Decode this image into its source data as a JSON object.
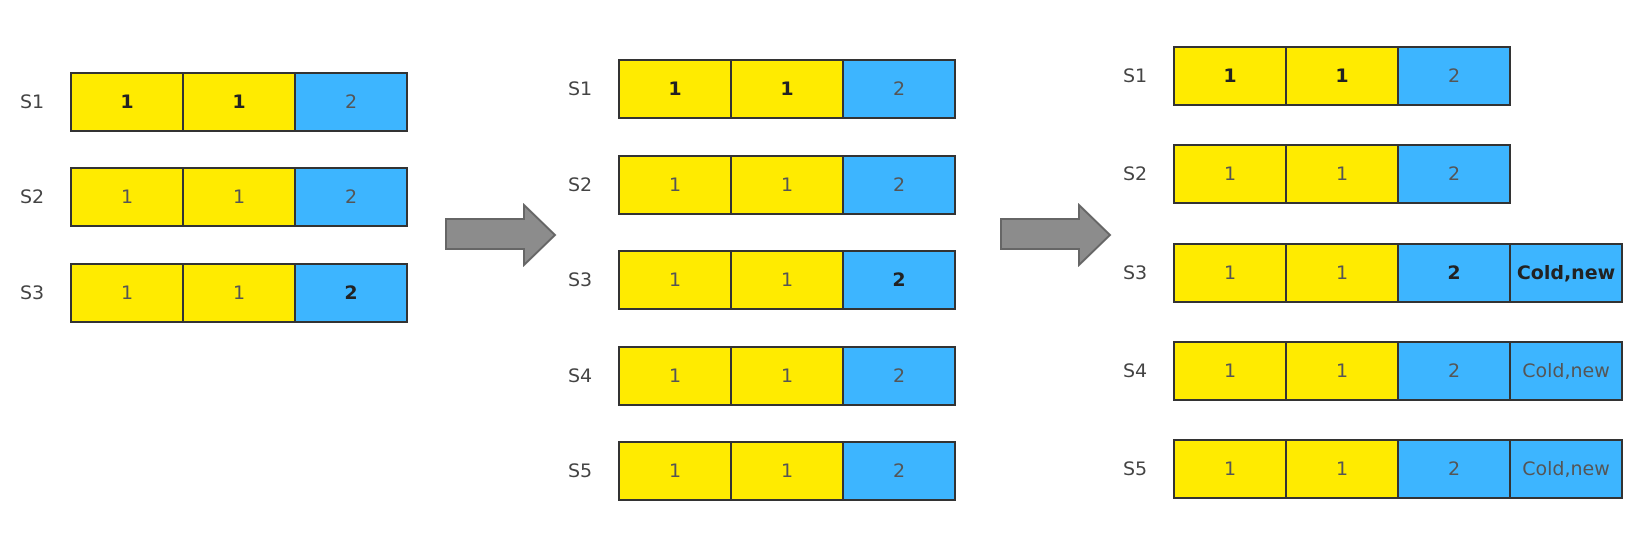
{
  "colors": {
    "yellow": "#FFEB00",
    "blue": "#3DB5FF",
    "border": "#333333",
    "arrow_fill": "#8C8C8C",
    "arrow_stroke": "#666666"
  },
  "groups": [
    {
      "rows": [
        {
          "label": "S1",
          "cells": [
            {
              "text": "1",
              "color": "yellow",
              "bold": true
            },
            {
              "text": "1",
              "color": "yellow",
              "bold": true
            },
            {
              "text": "2",
              "color": "blue",
              "bold": false
            }
          ]
        },
        {
          "label": "S2",
          "cells": [
            {
              "text": "1",
              "color": "yellow",
              "bold": false
            },
            {
              "text": "1",
              "color": "yellow",
              "bold": false
            },
            {
              "text": "2",
              "color": "blue",
              "bold": false
            }
          ]
        },
        {
          "label": "S3",
          "cells": [
            {
              "text": "1",
              "color": "yellow",
              "bold": false
            },
            {
              "text": "1",
              "color": "yellow",
              "bold": false
            },
            {
              "text": "2",
              "color": "blue",
              "bold": true
            }
          ]
        }
      ]
    },
    {
      "rows": [
        {
          "label": "S1",
          "cells": [
            {
              "text": "1",
              "color": "yellow",
              "bold": true
            },
            {
              "text": "1",
              "color": "yellow",
              "bold": true
            },
            {
              "text": "2",
              "color": "blue",
              "bold": false
            }
          ]
        },
        {
          "label": "S2",
          "cells": [
            {
              "text": "1",
              "color": "yellow",
              "bold": false
            },
            {
              "text": "1",
              "color": "yellow",
              "bold": false
            },
            {
              "text": "2",
              "color": "blue",
              "bold": false
            }
          ]
        },
        {
          "label": "S3",
          "cells": [
            {
              "text": "1",
              "color": "yellow",
              "bold": false
            },
            {
              "text": "1",
              "color": "yellow",
              "bold": false
            },
            {
              "text": "2",
              "color": "blue",
              "bold": true
            }
          ]
        },
        {
          "label": "S4",
          "cells": [
            {
              "text": "1",
              "color": "yellow",
              "bold": false
            },
            {
              "text": "1",
              "color": "yellow",
              "bold": false
            },
            {
              "text": "2",
              "color": "blue",
              "bold": false
            }
          ]
        },
        {
          "label": "S5",
          "cells": [
            {
              "text": "1",
              "color": "yellow",
              "bold": false
            },
            {
              "text": "1",
              "color": "yellow",
              "bold": false
            },
            {
              "text": "2",
              "color": "blue",
              "bold": false
            }
          ]
        }
      ]
    },
    {
      "rows": [
        {
          "label": "S1",
          "cells": [
            {
              "text": "1",
              "color": "yellow",
              "bold": true
            },
            {
              "text": "1",
              "color": "yellow",
              "bold": true
            },
            {
              "text": "2",
              "color": "blue",
              "bold": false
            }
          ]
        },
        {
          "label": "S2",
          "cells": [
            {
              "text": "1",
              "color": "yellow",
              "bold": false
            },
            {
              "text": "1",
              "color": "yellow",
              "bold": false
            },
            {
              "text": "2",
              "color": "blue",
              "bold": false
            }
          ]
        },
        {
          "label": "S3",
          "cells": [
            {
              "text": "1",
              "color": "yellow",
              "bold": false
            },
            {
              "text": "1",
              "color": "yellow",
              "bold": false
            },
            {
              "text": "2",
              "color": "blue",
              "bold": true
            },
            {
              "text": "Cold,new",
              "color": "blue",
              "bold": true
            }
          ]
        },
        {
          "label": "S4",
          "cells": [
            {
              "text": "1",
              "color": "yellow",
              "bold": false
            },
            {
              "text": "1",
              "color": "yellow",
              "bold": false
            },
            {
              "text": "2",
              "color": "blue",
              "bold": false
            },
            {
              "text": "Cold,new",
              "color": "blue",
              "bold": false
            }
          ]
        },
        {
          "label": "S5",
          "cells": [
            {
              "text": "1",
              "color": "yellow",
              "bold": false
            },
            {
              "text": "1",
              "color": "yellow",
              "bold": false
            },
            {
              "text": "2",
              "color": "blue",
              "bold": false
            },
            {
              "text": "Cold,new",
              "color": "blue",
              "bold": false
            }
          ]
        }
      ]
    }
  ]
}
